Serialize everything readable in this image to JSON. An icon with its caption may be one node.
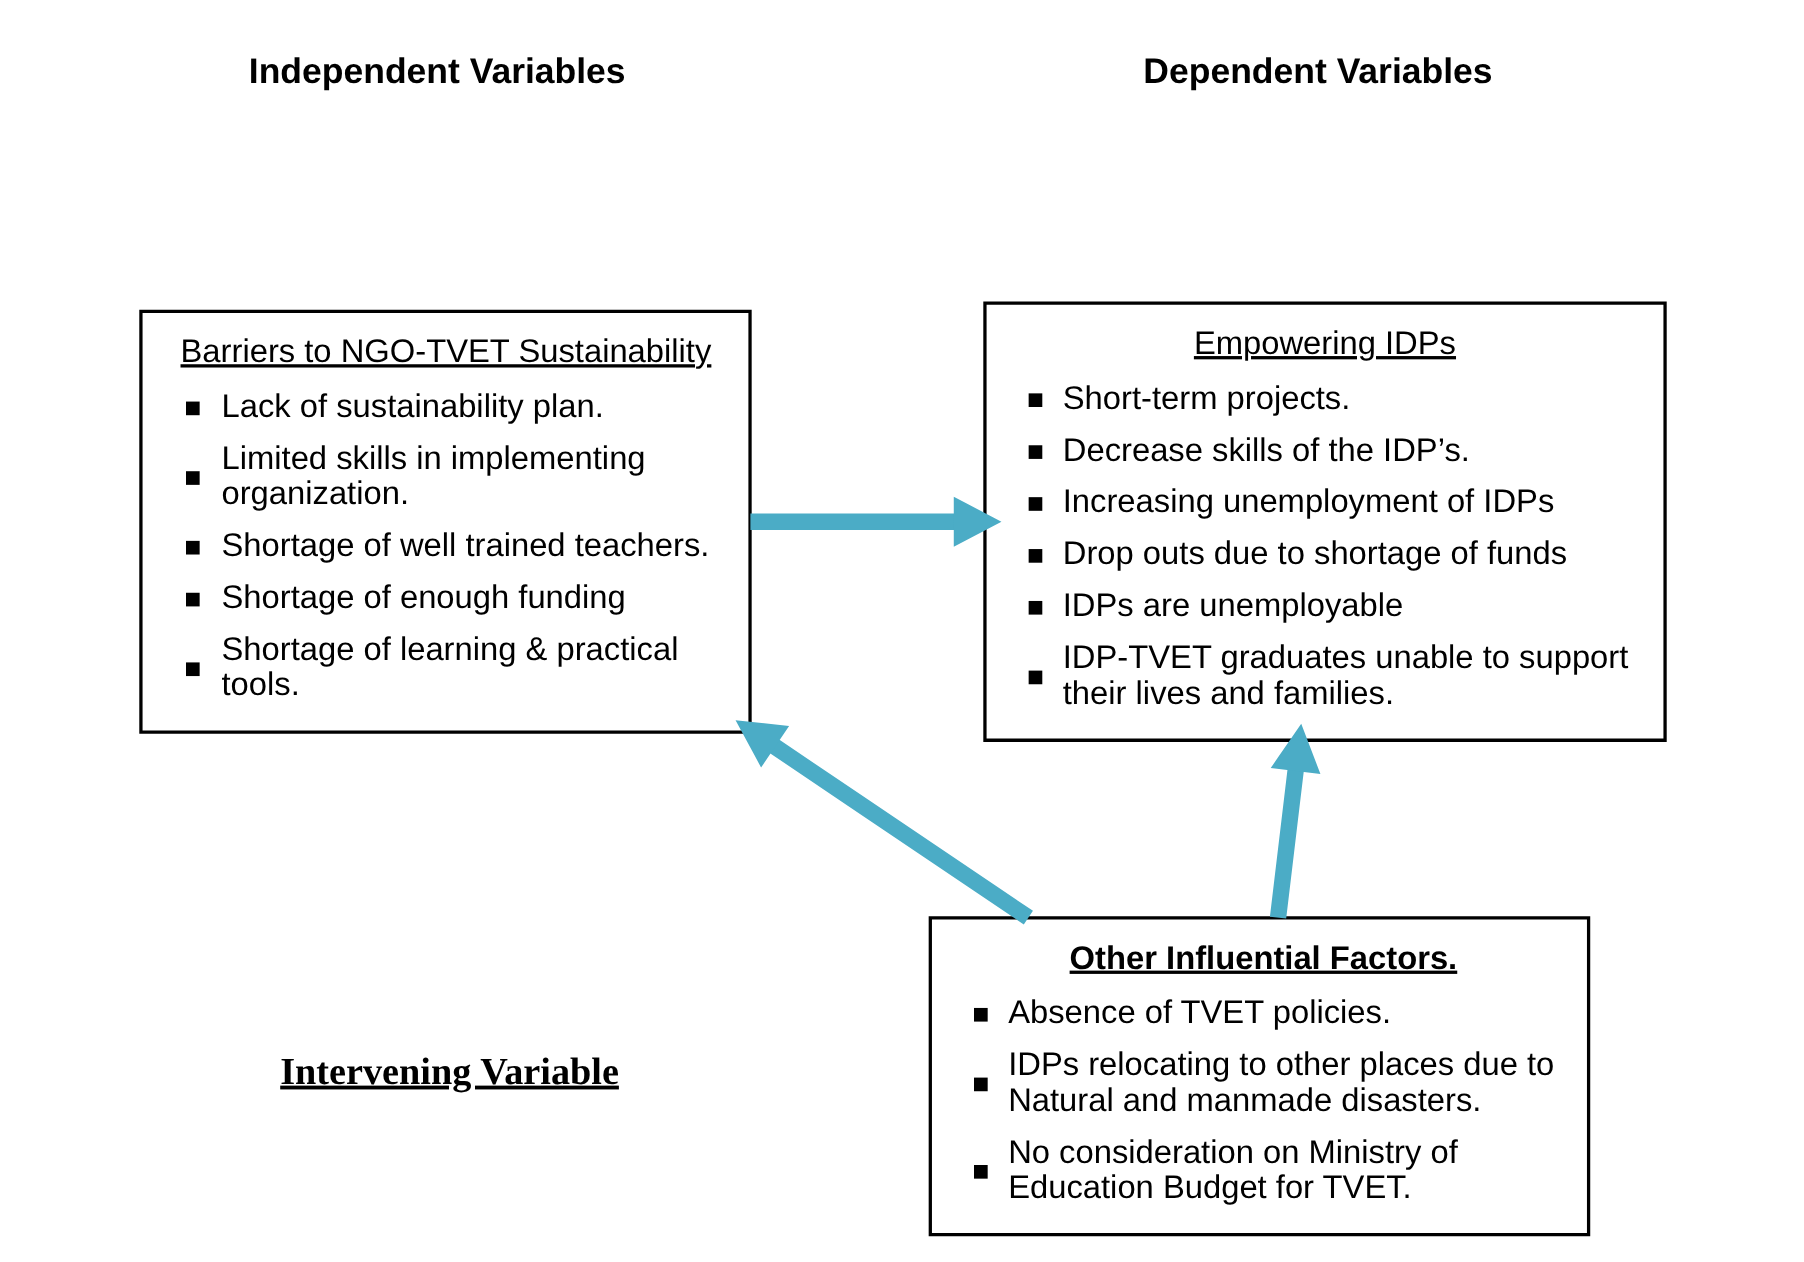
{
  "diagram": {
    "nodes": [
      {
        "text": [
          "Barriers to NGO-TVET Sustainability",
          "Lack of sustainability plan.",
          "Limited skills in implementing organization.",
          "Shortage of well trained teachers.",
          "Shortage of enough funding",
          "Shortage of learning & practical tools."
        ]
      },
      {
        "text": [
          "Empowering IDPs",
          "Short-term projects.",
          "Decrease skills of the IDP’s.",
          "Increasing unemployment of IDPs",
          "Drop outs due to shortage of funds",
          "IDPs are unemployable",
          "IDP-TVET graduates unable to support their lives and families."
        ]
      },
      {
        "text": [
          "Other Influential Factors.",
          "Absence of TVET policies.",
          "IDPs relocating to other places due to Natural and manmade disasters.",
          "No consideration on Ministry of Education Budget for TVET."
        ]
      }
    ],
    "edges": [
      {
        "from": 0,
        "to": 1,
        "arrow": "to"
      },
      {
        "from": 2,
        "to": 0,
        "arrow": "to"
      },
      {
        "from": 2,
        "to": 1,
        "arrow": "to"
      }
    ],
    "labels": [
      "Independent Variables",
      "Dependent Variables",
      "Intervening Variable"
    ]
  }
}
